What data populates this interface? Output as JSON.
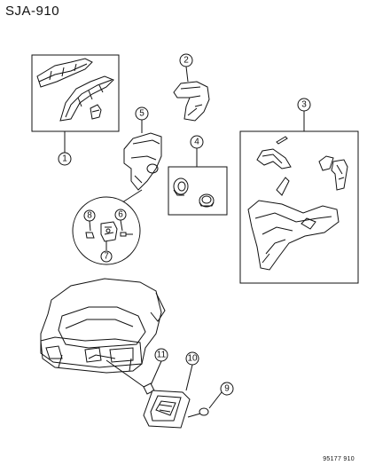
{
  "header": {
    "diagram_code": "SJA-910"
  },
  "footer": {
    "figure_number": "95177 910"
  },
  "callouts": {
    "c1": "1",
    "c2": "2",
    "c3": "3",
    "c4": "4",
    "c5": "5",
    "c6": "6",
    "c7": "7",
    "c8": "8",
    "c9": "9",
    "c10": "10",
    "c11": "11"
  }
}
